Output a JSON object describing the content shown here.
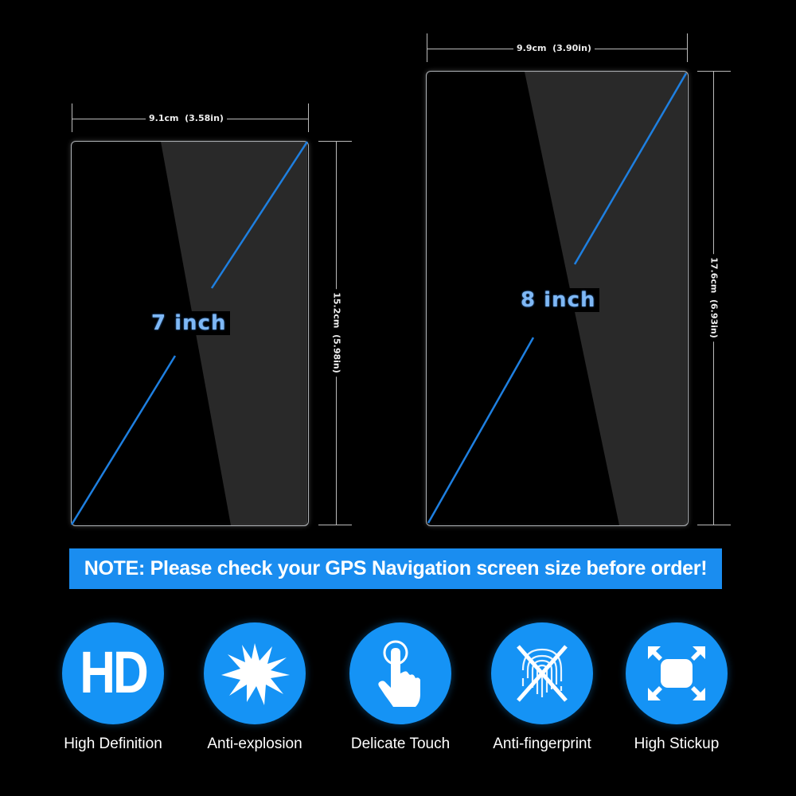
{
  "screens": [
    {
      "id": "7",
      "label": "7 inch",
      "width_text": "9.1cm  (3.58in)",
      "height_text": "15.2cm  (5.98in)"
    },
    {
      "id": "8",
      "label": "8 inch",
      "width_text": "9.9cm  (3.90in)",
      "height_text": "17.6cm  (6.93in)"
    }
  ],
  "note": "NOTE: Please check your GPS Navigation screen size before order!",
  "features": [
    {
      "label": "High Definition",
      "icon": "hd-icon",
      "icon_text": "HD"
    },
    {
      "label": "Anti-explosion",
      "icon": "explosion-icon"
    },
    {
      "label": "Delicate Touch",
      "icon": "touch-hand-icon"
    },
    {
      "label": "Anti-fingerprint",
      "icon": "fingerprint-crossed-icon"
    },
    {
      "label": "High Stickup",
      "icon": "expand-arrows-icon"
    }
  ],
  "colors": {
    "accent": "#1a8df0",
    "diagonal": "#1e7fe0",
    "background": "#000000"
  }
}
